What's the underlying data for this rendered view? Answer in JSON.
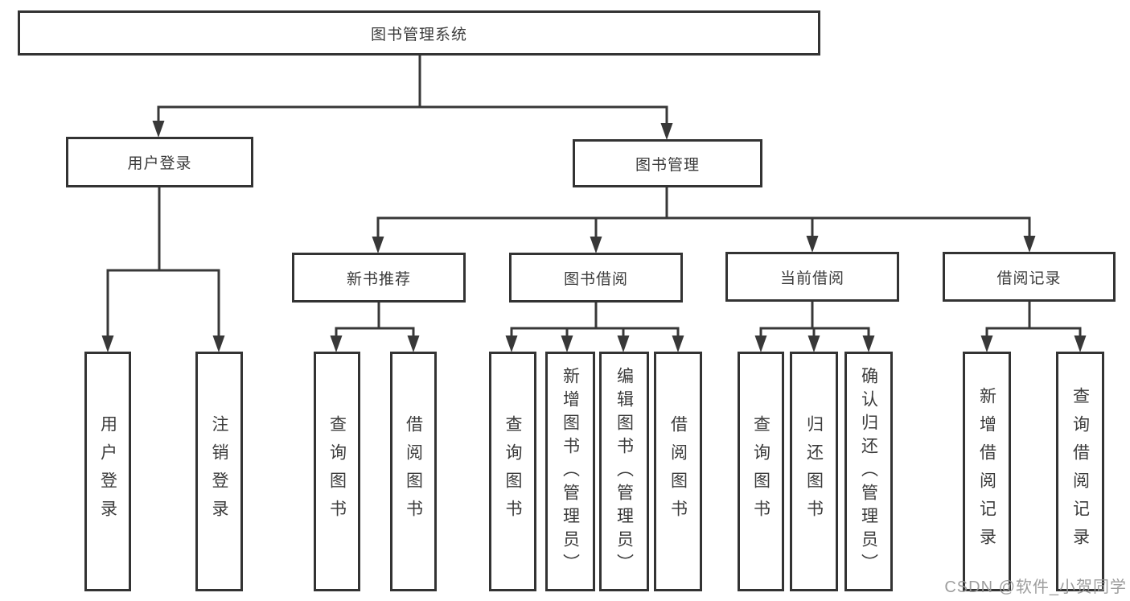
{
  "diagram": {
    "title": "图书管理系统",
    "root": {
      "label": "图书管理系统"
    },
    "level1": [
      {
        "label": "用户登录"
      },
      {
        "label": "图书管理"
      }
    ],
    "level2": [
      {
        "label": "新书推荐"
      },
      {
        "label": "图书借阅"
      },
      {
        "label": "当前借阅"
      },
      {
        "label": "借阅记录"
      }
    ],
    "leaves": [
      {
        "label": "用户登录",
        "parent": "用户登录"
      },
      {
        "label": "注销登录",
        "parent": "用户登录"
      },
      {
        "label": "查询图书",
        "parent": "新书推荐"
      },
      {
        "label": "借阅图书",
        "parent": "新书推荐"
      },
      {
        "label": "查询图书",
        "parent": "图书借阅"
      },
      {
        "label": "新增图书（管理员）",
        "parent": "图书借阅"
      },
      {
        "label": "编辑图书（管理员）",
        "parent": "图书借阅"
      },
      {
        "label": "借阅图书",
        "parent": "图书借阅"
      },
      {
        "label": "查询图书",
        "parent": "当前借阅"
      },
      {
        "label": "归还图书",
        "parent": "当前借阅"
      },
      {
        "label": "确认归还（管理员）",
        "parent": "当前借阅"
      },
      {
        "label": "新增借阅记录",
        "parent": "借阅记录"
      },
      {
        "label": "查询借阅记录",
        "parent": "借阅记录"
      }
    ]
  },
  "watermark": "CSDN @软件_小贺同学",
  "colors": {
    "line": "#383838",
    "box_border": "#333333",
    "text": "#3b3b3b",
    "watermark": "#969696",
    "background": "#ffffff"
  }
}
